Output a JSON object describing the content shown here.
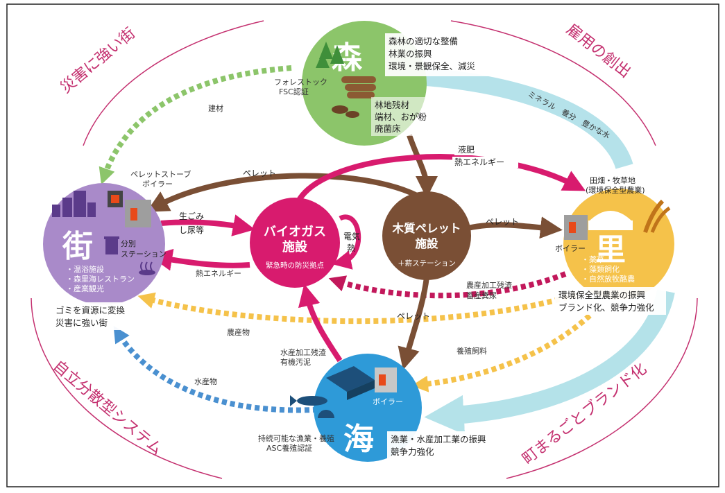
{
  "corners": {
    "top_left": "災害に強い街",
    "top_right": "雇用の創出",
    "bottom_left": "自立分散型システム",
    "bottom_right": "町まるごとブランド化"
  },
  "mori": {
    "title": "森",
    "desc": [
      "森林の適切な整備",
      "林業の振興",
      "環境・景観保全、減災"
    ],
    "forest_stock": [
      "フォレストック",
      "FSC認証"
    ],
    "residue": [
      "林地残材",
      "端材、おが粉",
      "廃菌床"
    ]
  },
  "machi": {
    "title": "街",
    "station": [
      "分別",
      "ステーション"
    ],
    "stove": [
      "ペレットストーブ",
      "ボイラー"
    ],
    "list": [
      "・温浴施設",
      "・森里海レストラン",
      "・産業観光"
    ],
    "desc": [
      "ゴミを資源に変換",
      "災害に強い街"
    ]
  },
  "sato": {
    "title": "里",
    "field": [
      "田畑・牧草地",
      "(環境保全型農業)"
    ],
    "boiler": "ボイラー",
    "list": [
      "・薬草",
      "・藻類飼化",
      "・自然放牧酪農"
    ],
    "desc": [
      "環境保全型農業の振興",
      "ブランド化、競争力強化"
    ]
  },
  "umi": {
    "title": "海",
    "boiler": "ボイラー",
    "sustainable": [
      "持続可能な漁業・養殖",
      "ASC養殖認証"
    ],
    "desc": [
      "漁業・水産加工業の振興",
      "競争力強化"
    ]
  },
  "biogas": {
    "title": [
      "バイオガス",
      "施設"
    ],
    "sub": "緊急時の防災拠点",
    "loop": [
      "電気",
      "熱"
    ]
  },
  "pellet_facility": {
    "title": [
      "木質ペレット",
      "施設"
    ],
    "sub": "＋薪ステーション"
  },
  "flows": {
    "kenzai": "建材",
    "pellet_top": "ペレット",
    "ekihi": "液肥",
    "netsu_energy_top": "熱エネルギー",
    "mineral": "ミネラル　養分　豊かな水",
    "namagomi": [
      "生ごみ",
      "し尿等"
    ],
    "netsu_energy_left": "熱エネルギー",
    "pellet_right": "ペレット",
    "nousan_zansa": [
      "農産加工残渣",
      "畜産糞尿"
    ],
    "pellet_bottom": "ペレット",
    "nousanbutsu": "農産物",
    "youshoku_shiryo": "養殖飼料",
    "suisan_zansa": [
      "水産加工残渣",
      "有機汚泥"
    ],
    "suisanbutsu": "水産物"
  },
  "colors": {
    "mori": "#8cc56a",
    "machi": "#a98ac9",
    "sato": "#f5c24a",
    "umi": "#2e9ad8",
    "biogas": "#d81b6e",
    "pellet": "#7a4f35",
    "corner_text": "#c4306f"
  }
}
